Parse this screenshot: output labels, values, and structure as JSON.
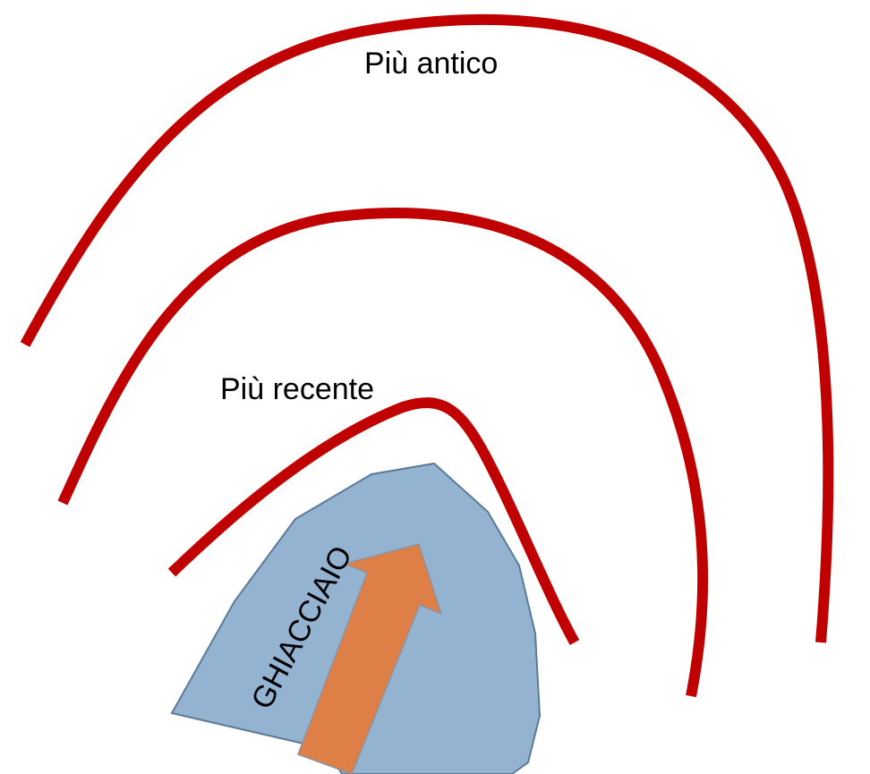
{
  "labels": {
    "oldest": "Più antico",
    "newest": "Più recente",
    "glacier": "GHIACCIAIO"
  },
  "colors": {
    "moraine": "#c00000",
    "glacier": "#93b3d1",
    "arrow": "#dd7f47"
  },
  "icons": {
    "flow_arrow": "arrow-up-right-icon"
  }
}
